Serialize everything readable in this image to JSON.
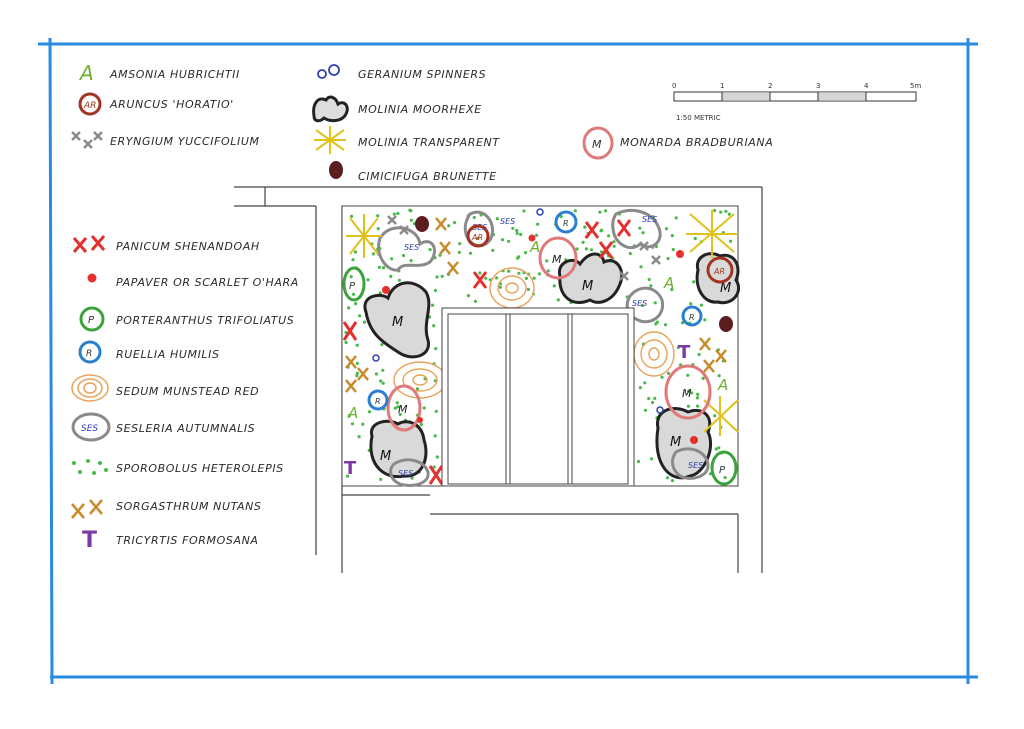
{
  "legend_top": [
    {
      "id": "amsonia",
      "label": "AMSONIA HUBRICHTII",
      "symbol": "A",
      "color": "#6fae2f"
    },
    {
      "id": "aruncus",
      "label": "ARUNCUS 'HORATIO'",
      "symbol": "AR",
      "color": "#a23322"
    },
    {
      "id": "eryngium",
      "label": "ERYNGIUM YUCCIFOLIUM",
      "symbol": "x",
      "color": "#8a8a8a"
    },
    {
      "id": "geranium",
      "label": "GERANIUM SPINNERS",
      "symbol": "@",
      "color": "#2e3fb0"
    },
    {
      "id": "molinia-moorhexe",
      "label": "MOLINIA MOORHEXE",
      "symbol": "M",
      "color": "#222222"
    },
    {
      "id": "molinia-transparent",
      "label": "MOLINIA TRANSPARENT",
      "symbol": "*",
      "color": "#e0c21a"
    },
    {
      "id": "cimicifuga",
      "label": "CIMICIFUGA BRUNETTE",
      "symbol": "●",
      "color": "#5a1e1e"
    },
    {
      "id": "monarda",
      "label": "MONARDA BRADBURIANA",
      "symbol": "M",
      "color": "#e07a7a"
    }
  ],
  "legend_left": [
    {
      "id": "panicum",
      "label": "PANICUM SHENANDOAH",
      "symbol": "X",
      "color": "#e53030"
    },
    {
      "id": "papaver",
      "label": "PAPAVER OR SCARLET O'HARA",
      "symbol": "●",
      "color": "#e53030"
    },
    {
      "id": "porteranthus",
      "label": "PORTERANTHUS TRIFOLIATUS",
      "symbol": "P",
      "color": "#3aa33a"
    },
    {
      "id": "ruellia",
      "label": "RUELLIA HUMILIS",
      "symbol": "R",
      "color": "#2a7fd0"
    },
    {
      "id": "sedum",
      "label": "SEDUM MUNSTEAD RED",
      "symbol": "@",
      "color": "#e8a35a"
    },
    {
      "id": "sesleria",
      "label": "SESLERIA AUTUMNALIS",
      "symbol": "SES",
      "color": "#8a8a8a"
    },
    {
      "id": "sporobolus",
      "label": "SPOROBOLUS HETEROLEPIS",
      "symbol": "...",
      "color": "#4bb84b"
    },
    {
      "id": "sorghastrum",
      "label": "SORGASTHRUM NUTANS",
      "symbol": "SX",
      "color": "#c98a2a"
    },
    {
      "id": "tricyrtis",
      "label": "TRICYRTIS FORMOSANA",
      "symbol": "T",
      "color": "#7b3aa6"
    }
  ],
  "scale": {
    "ticks": [
      "0",
      "1",
      "2",
      "3",
      "4",
      "5m"
    ],
    "note": "1:50 METRIC"
  },
  "colors": {
    "frame": "#2a8be0",
    "ink": "#2b2b2b",
    "sporobolus": "#4bb84b"
  }
}
